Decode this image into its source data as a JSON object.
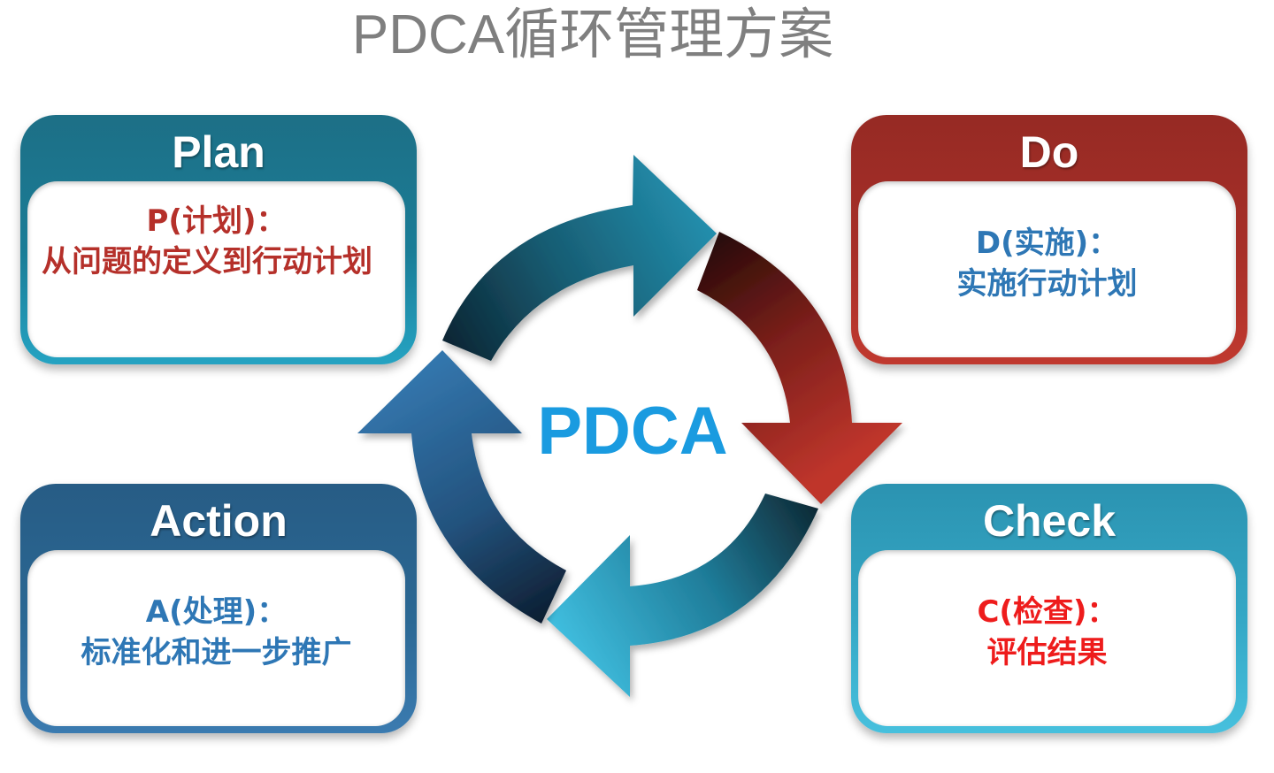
{
  "title": "PDCA循环管理方案",
  "center_label": "PDCA",
  "colors": {
    "plan_text": "#b5302a",
    "do_text": "#2e77b5",
    "action_text": "#2e77b5",
    "check_text": "#ee1c1c",
    "center_text": "#1a9be0",
    "title_text": "#7f7f7f"
  },
  "cards": {
    "plan": {
      "heading": "Plan",
      "label": "P(计划)：",
      "description": "从问题的定义到行动计划"
    },
    "do": {
      "heading": "Do",
      "label": "D(实施)：",
      "description": "实施行动计划"
    },
    "check": {
      "heading": "Check",
      "label": "C(检查)：",
      "description": "评估结果"
    },
    "action": {
      "heading": "Action",
      "label": "A(处理)：",
      "description": "标准化和进一步推广"
    }
  },
  "arrows": [
    {
      "name": "plan-to-do-arrow",
      "color": "#1e8fae"
    },
    {
      "name": "do-to-check-arrow",
      "color": "#b8332a"
    },
    {
      "name": "check-to-action-arrow",
      "color": "#38b5d6"
    },
    {
      "name": "action-to-plan-arrow",
      "color": "#2f6fa3"
    }
  ]
}
